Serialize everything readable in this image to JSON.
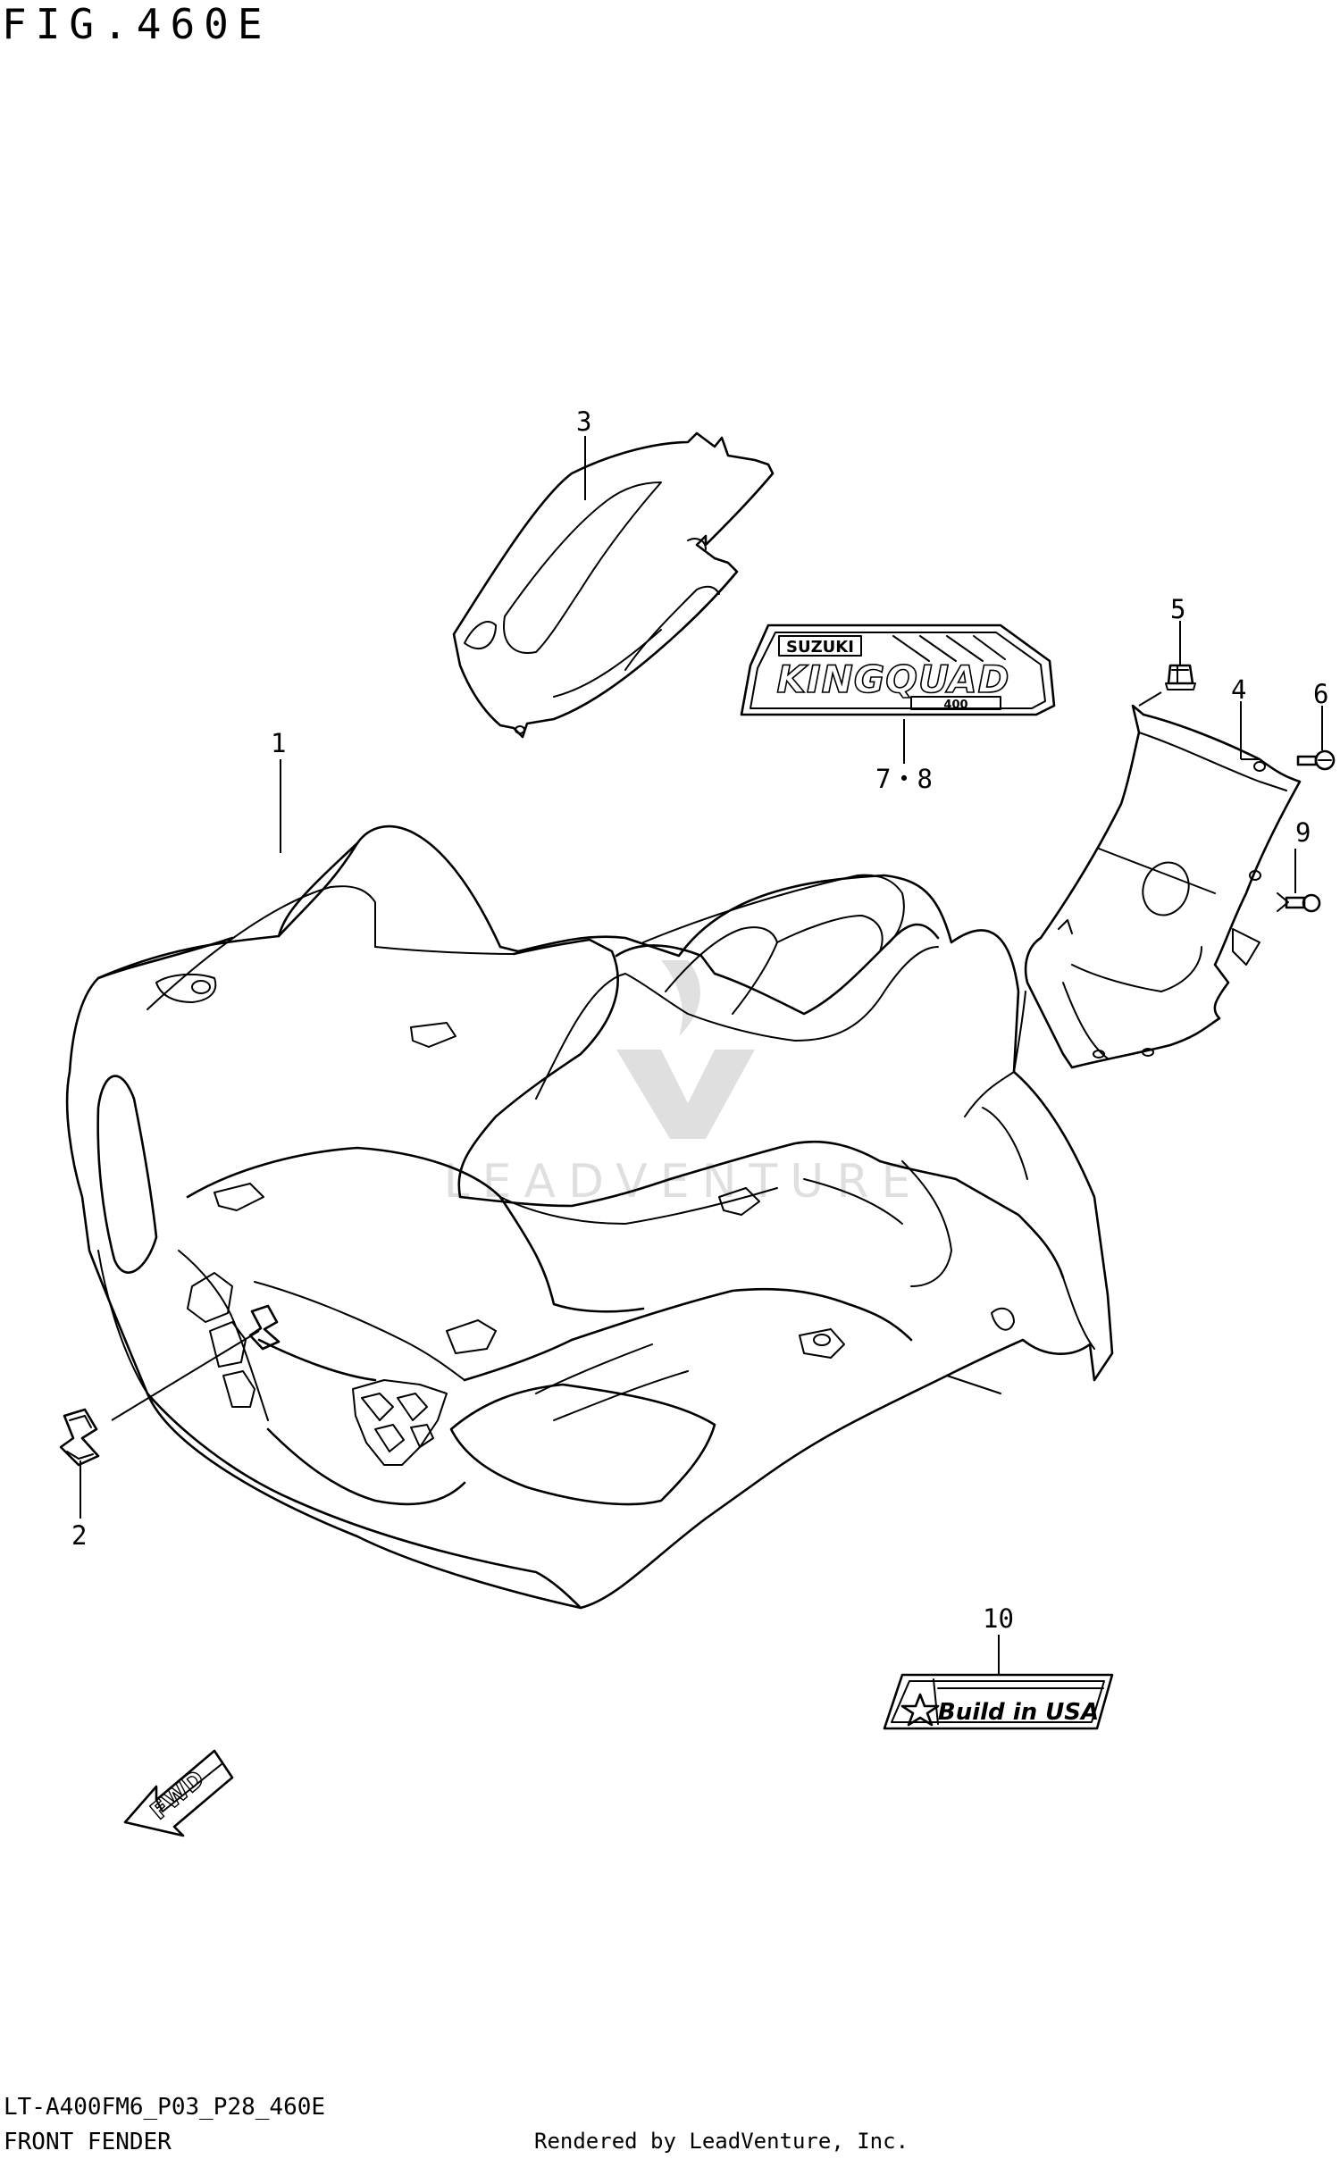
{
  "figure": {
    "title": "FIG.460E",
    "model_code": "LT-A400FM6_P03_P28_460E",
    "section_name": "FRONT FENDER",
    "credit": "Rendered by LeadVenture, Inc.",
    "watermark": "LEADVENTURE"
  },
  "callouts": [
    {
      "id": "1",
      "label": "1"
    },
    {
      "id": "2",
      "label": "2"
    },
    {
      "id": "3",
      "label": "3"
    },
    {
      "id": "4",
      "label": "4"
    },
    {
      "id": "5",
      "label": "5"
    },
    {
      "id": "6",
      "label": "6"
    },
    {
      "id": "78",
      "label": "7・8"
    },
    {
      "id": "9",
      "label": "9"
    },
    {
      "id": "10",
      "label": "10"
    }
  ],
  "decals": {
    "kingquad": {
      "brand": "SUZUKI",
      "model": "KINGQUAD",
      "sub": "400"
    },
    "usa": {
      "text": "Build in USA"
    },
    "fwd": {
      "text": "FWD"
    }
  }
}
